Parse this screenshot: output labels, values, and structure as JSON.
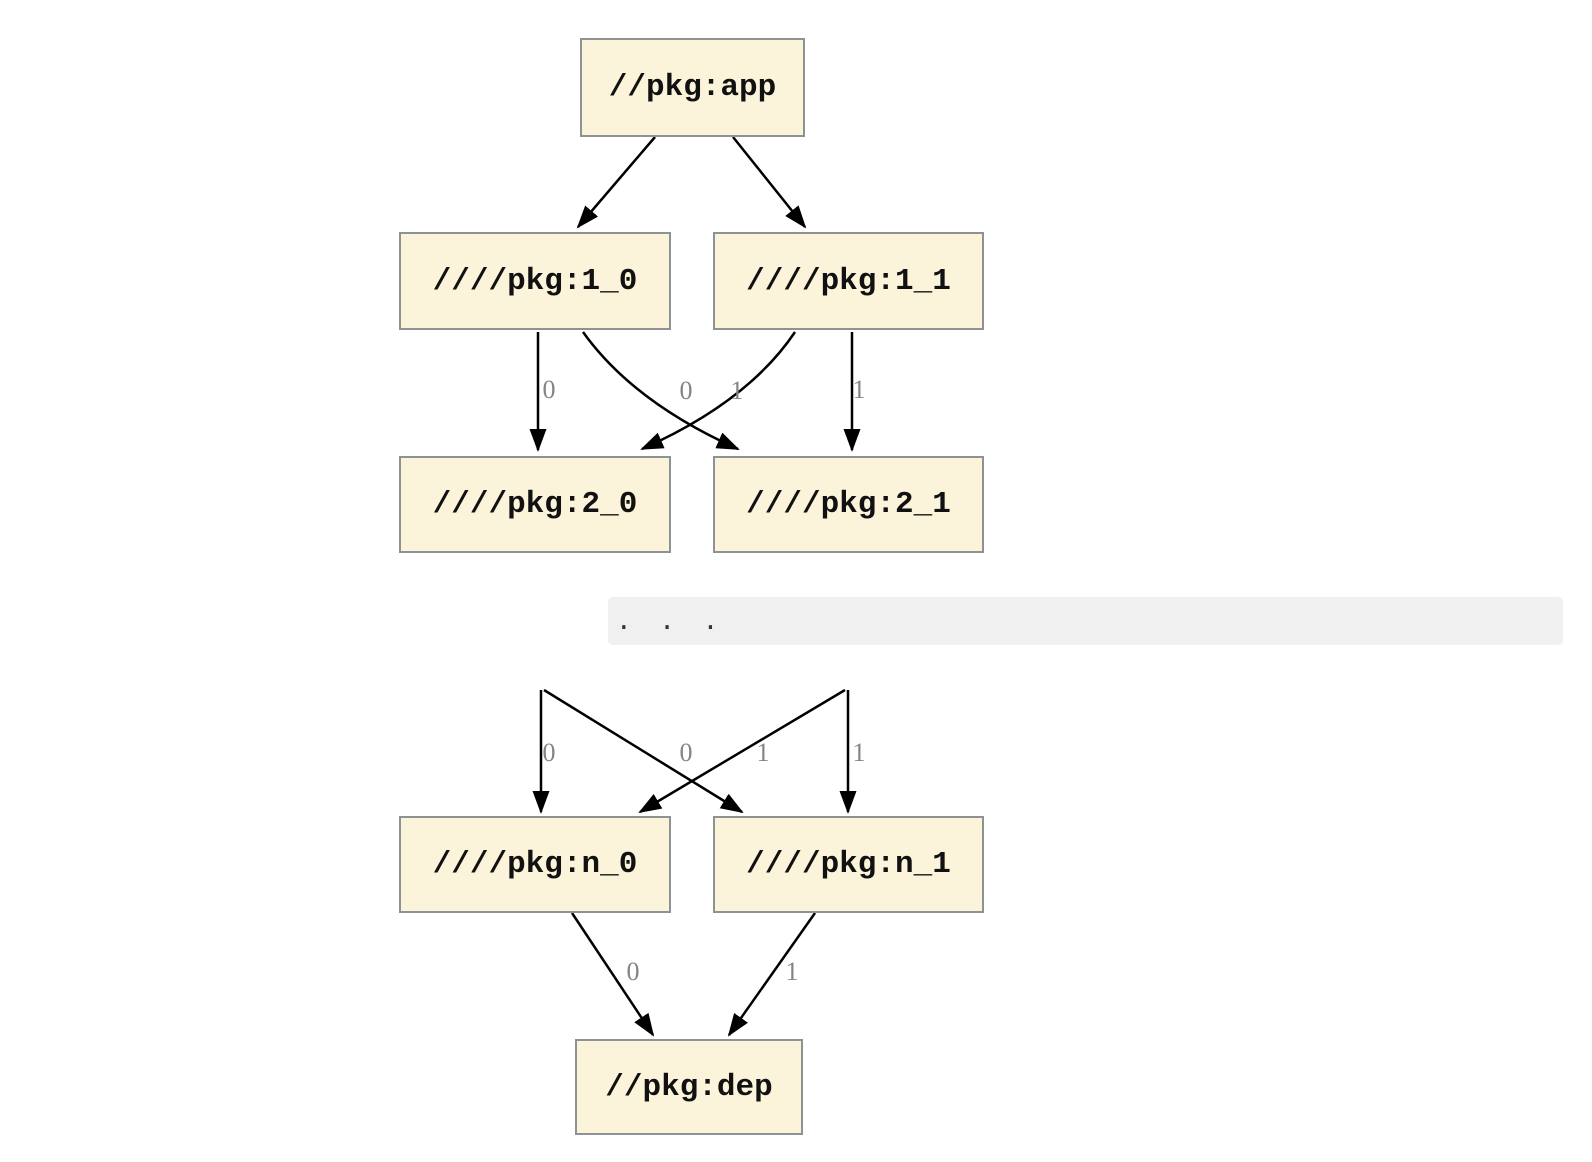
{
  "graph": {
    "nodes": {
      "app": "//pkg:app",
      "level1_0": "////pkg:1_0",
      "level1_1": "////pkg:1_1",
      "level2_0": "////pkg:2_0",
      "level2_1": "////pkg:2_1",
      "leveln_0": "////pkg:n_0",
      "leveln_1": "////pkg:n_1",
      "dep": "//pkg:dep"
    },
    "ellipsis": ". . .",
    "edges": [
      {
        "from": "//pkg:app",
        "to": "////pkg:1_0",
        "label": ""
      },
      {
        "from": "//pkg:app",
        "to": "////pkg:1_1",
        "label": ""
      },
      {
        "from": "////pkg:1_0",
        "to": "////pkg:2_0",
        "label": "0"
      },
      {
        "from": "////pkg:1_1",
        "to": "////pkg:2_0",
        "label": "0"
      },
      {
        "from": "////pkg:1_0",
        "to": "////pkg:2_1",
        "label": "1"
      },
      {
        "from": "////pkg:1_1",
        "to": "////pkg:2_1",
        "label": "1"
      },
      {
        "from": "...",
        "to": "////pkg:n_0",
        "label": "0"
      },
      {
        "from": "...",
        "to": "////pkg:n_0",
        "label": "0"
      },
      {
        "from": "...",
        "to": "////pkg:n_1",
        "label": "1"
      },
      {
        "from": "...",
        "to": "////pkg:n_1",
        "label": "1"
      },
      {
        "from": "////pkg:n_0",
        "to": "//pkg:dep",
        "label": "0"
      },
      {
        "from": "////pkg:n_1",
        "to": "//pkg:dep",
        "label": "1"
      }
    ],
    "colors": {
      "node_fill": "#fcf4da",
      "node_border": "#8d9292",
      "edge": "#000000",
      "edge_label": "#848484",
      "band_background": "#f0f0f0"
    }
  }
}
